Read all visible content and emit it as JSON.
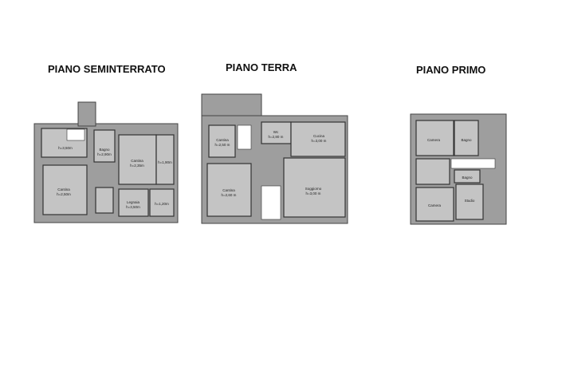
{
  "titles": {
    "seminterrato": "PIANO SEMINTERRATO",
    "terra": "PIANO TERRA",
    "primo": "PIANO PRIMO"
  },
  "seminterrato": {
    "rooms": [
      {
        "name": "",
        "height": "h=3,50m"
      },
      {
        "name": "Bagno",
        "height": "h=2,90m"
      },
      {
        "name": "Cantina",
        "height": "h=2,35m"
      },
      {
        "name": "",
        "height": "h=1,90m"
      },
      {
        "name": "Cantina",
        "height": "h=2,50m"
      },
      {
        "name": "Legnaia",
        "height": "h=3,50m"
      },
      {
        "name": "",
        "height": "h=1,20m"
      }
    ]
  },
  "terra": {
    "rooms": [
      {
        "name": "Cantina",
        "height": "h=2,50 m"
      },
      {
        "name": "Wc",
        "height": "h=2,80 m"
      },
      {
        "name": "Cucina",
        "height": "h=3,00 m"
      },
      {
        "name": "Cantina",
        "height": "h=2,60 m"
      },
      {
        "name": "Soggiorno",
        "height": "h=3,00 m"
      }
    ]
  },
  "primo": {
    "rooms": [
      {
        "name": "Camera"
      },
      {
        "name": "Bagno"
      },
      {
        "name": "Bagno"
      },
      {
        "name": "Camera"
      },
      {
        "name": "Studio"
      }
    ]
  }
}
